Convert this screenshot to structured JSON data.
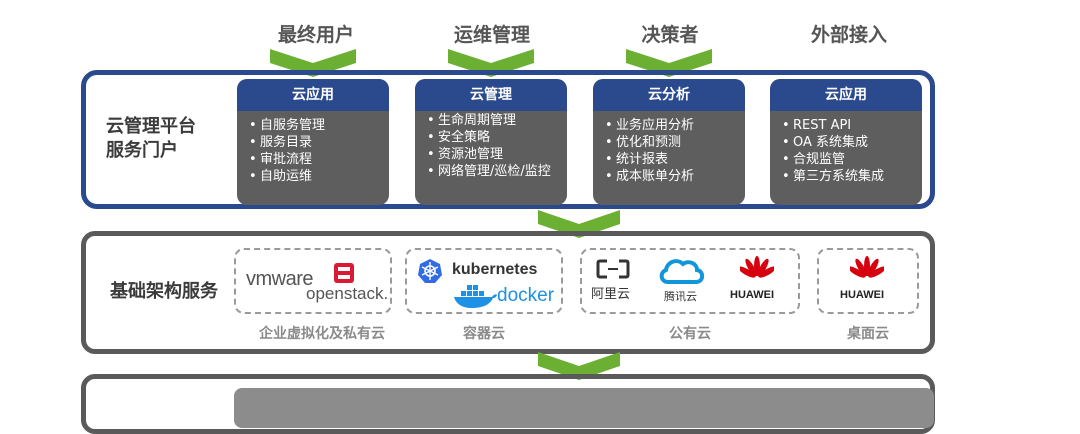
{
  "colors": {
    "portal_border": "#2b4a8e",
    "card_header": "#2b4a8e",
    "card_body": "#5e5e5e",
    "infra_border": "#5a5a5a",
    "arrow_green": "#6bb033",
    "huawei_red": "#d7000f",
    "tencent_blue": "#1296db",
    "kubernetes_blue": "#326ce5",
    "docker_blue": "#1d91e6"
  },
  "users": [
    "最终用户",
    "运维管理",
    "决策者",
    "外部接入"
  ],
  "portal": {
    "title_line1": "云管理平台",
    "title_line2": "服务门户",
    "cards": [
      {
        "title": "云应用",
        "items": [
          "自服务管理",
          "服务目录",
          "审批流程",
          "自助运维"
        ]
      },
      {
        "title": "云管理",
        "items": [
          "生命周期管理",
          "安全策略",
          "资源池管理",
          "网络管理/巡检/监控"
        ]
      },
      {
        "title": "云分析",
        "items": [
          "业务应用分析",
          "优化和预测",
          "统计报表",
          "成本账单分析"
        ]
      },
      {
        "title": "云应用",
        "items": [
          "REST API",
          "OA 系统集成",
          "合规监管",
          "第三方系统集成"
        ]
      }
    ]
  },
  "infra": {
    "title": "基础架构服务",
    "groups": [
      {
        "label": "企业虚拟化及私有云",
        "logos": {
          "vmware": "vmware",
          "openstack": "openstack."
        }
      },
      {
        "label": "容器云",
        "logos": {
          "kubernetes": "kubernetes",
          "docker": "docker"
        }
      },
      {
        "label": "公有云",
        "logos": {
          "aliyun": "阿里云",
          "tencent": "腾讯云",
          "huawei": "HUAWEI"
        }
      },
      {
        "label": "桌面云",
        "logos": {
          "huawei": "HUAWEI"
        }
      }
    ]
  }
}
